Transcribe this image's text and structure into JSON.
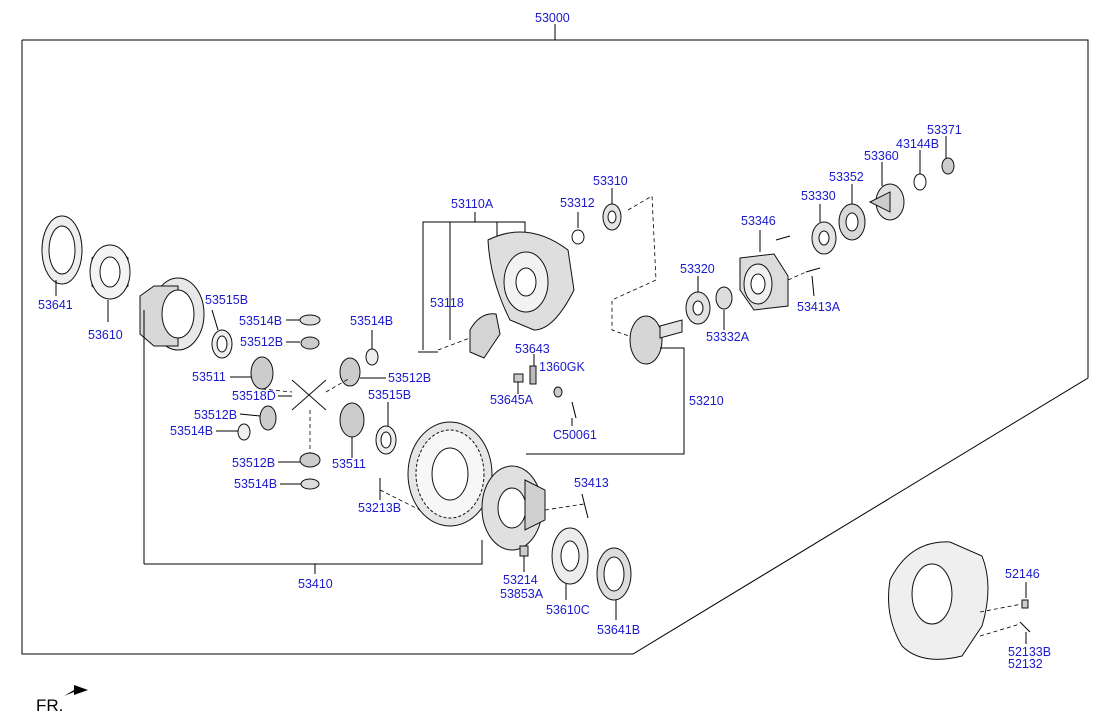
{
  "front_label": "FR.",
  "callouts": {
    "c53000": "53000",
    "c53641": "53641",
    "c53610": "53610",
    "c53515B_top": "53515B",
    "c53514B_a": "53514B",
    "c53512B_a": "53512B",
    "c53511_a": "53511",
    "c53518D": "53518D",
    "c53512B_b": "53512B",
    "c53514B_b": "53514B",
    "c53512B_c": "53512B",
    "c53514B_c": "53514B",
    "c53514B_d": "53514B",
    "c53512B_d": "53512B",
    "c53515B_b": "53515B",
    "c53511_b": "53511",
    "c53410": "53410",
    "c53213B": "53213B",
    "c53110A": "53110A",
    "c53118": "53118",
    "c53312": "53312",
    "c53310": "53310",
    "c53643": "53643",
    "c1360GK": "1360GK",
    "c53645A": "53645A",
    "cC50061": "C50061",
    "c53210": "53210",
    "c53320": "53320",
    "c53332A": "53332A",
    "c53346": "53346",
    "c53413A": "53413A",
    "c53330": "53330",
    "c53352": "53352",
    "c53360": "53360",
    "c43144B": "43144B",
    "c53371": "53371",
    "c53413": "53413",
    "c53214": "53214",
    "c53853A": "53853A",
    "c53610C": "53610C",
    "c53641B": "53641B",
    "c52146": "52146",
    "c52133B": "52133B",
    "c52132": "52132"
  }
}
